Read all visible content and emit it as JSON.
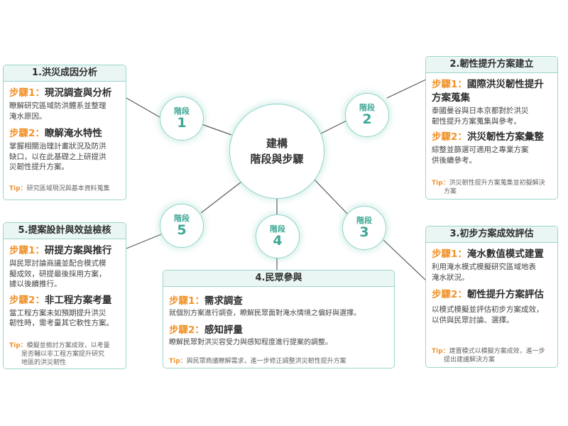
{
  "center": {
    "line1": "建構",
    "line2": "階段與步驟"
  },
  "stages": [
    {
      "label": "階段",
      "num": "1"
    },
    {
      "label": "階段",
      "num": "2"
    },
    {
      "label": "階段",
      "num": "3"
    },
    {
      "label": "階段",
      "num": "4"
    },
    {
      "label": "階段",
      "num": "5"
    }
  ],
  "boxes": [
    {
      "title": "1.洪災成因分析",
      "steps": [
        {
          "tag": "步驟1：",
          "title": "現況調查與分析",
          "desc": [
            "瞭解研究區域防洪體系並整理",
            "淹水原因。"
          ]
        },
        {
          "tag": "步驟2：",
          "title": "瞭解淹水特性",
          "desc": [
            "掌握相關治理計畫狀況及防洪",
            "缺口，以在此基礎之上研提洪",
            "災韌性提升方案。"
          ]
        }
      ],
      "tip": {
        "key": "Tip：",
        "lines": [
          "研究區域現況與基本資料蒐集"
        ]
      }
    },
    {
      "title": "2.韌性提升方案建立",
      "steps": [
        {
          "tag": "步驟1：",
          "title": "國際洪災韌性提升",
          "title2": "方案蒐集",
          "desc": [
            "泰國曼谷與日本京都對於洪災",
            "韌性提升方案蒐集與參考。"
          ]
        },
        {
          "tag": "步驟2：",
          "title": "洪災韌性方案彙整",
          "desc": [
            "綜整並篩選可適用之專業方案",
            "供後續參考。"
          ]
        }
      ],
      "tip": {
        "key": "Tip：",
        "lines": [
          "洪災韌性提升方案蒐集並初擬解決",
          "方案"
        ]
      }
    },
    {
      "title": "3.初步方案成效評估",
      "steps": [
        {
          "tag": "步驟1：",
          "title": "淹水數值模式建置",
          "desc": [
            "利用淹水模式模擬研究區域地表",
            "淹水狀況。"
          ]
        },
        {
          "tag": "步驟2：",
          "title": "韌性提升方案評估",
          "desc": [
            "以模式模擬並評估初步方案成效，",
            "以供與民眾討論、選擇。"
          ]
        }
      ],
      "tip": {
        "key": "Tip：",
        "lines": [
          "建置模式以模擬方案成效，進一步",
          "提出建議解決方案"
        ]
      }
    },
    {
      "title": "4.民眾參與",
      "steps": [
        {
          "tag": "步驟1：",
          "title": "需求調查",
          "desc": [
            "就個別方案進行調查，瞭解民眾面對淹水情境之偏好與選擇。"
          ]
        },
        {
          "tag": "步驟2：",
          "title": "感知評量",
          "desc": [
            "瞭解民眾對洪災容受力與感知程度進行提案的調整。"
          ]
        }
      ],
      "tip": {
        "key": "Tip：",
        "lines": [
          "與民眾商議瞭解需求，進一步修正調整洪災韌性提升方案"
        ]
      }
    },
    {
      "title": "5.提案設計與效益檢核",
      "steps": [
        {
          "tag": "步驟1：",
          "title": "研提方案與推行",
          "desc": [
            "與民眾討論商議並配合模式模",
            "擬成效，研提最後採用方案，",
            "據以後續推行。"
          ]
        },
        {
          "tag": "步驟2：",
          "title": "非工程方案考量",
          "desc": [
            "當工程方案未如預期提升洪災",
            "韌性時，需考量其它軟性方案。"
          ]
        }
      ],
      "tip": {
        "key": "Tip：",
        "lines": [
          "模擬並檢討方案成效，以考量",
          "是否輔以非工程方案提升研究",
          "地區的洪災韌性"
        ]
      }
    }
  ]
}
